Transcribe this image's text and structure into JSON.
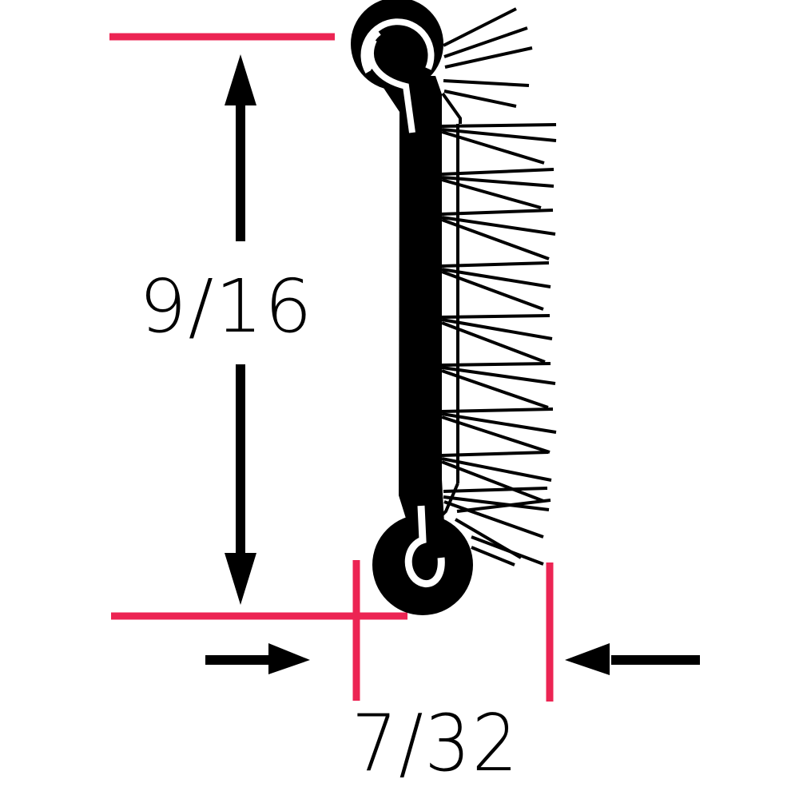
{
  "diagram": {
    "subject": "brush weatherstrip profile",
    "colors": {
      "profile": "#000000",
      "extension_lines": "#ec2453",
      "arrows": "#000000",
      "background": "#ffffff"
    },
    "dimensions": {
      "height": {
        "label": "9/16",
        "orientation": "vertical",
        "units": "in"
      },
      "width": {
        "label": "7/32",
        "orientation": "horizontal",
        "units": "in"
      }
    }
  }
}
